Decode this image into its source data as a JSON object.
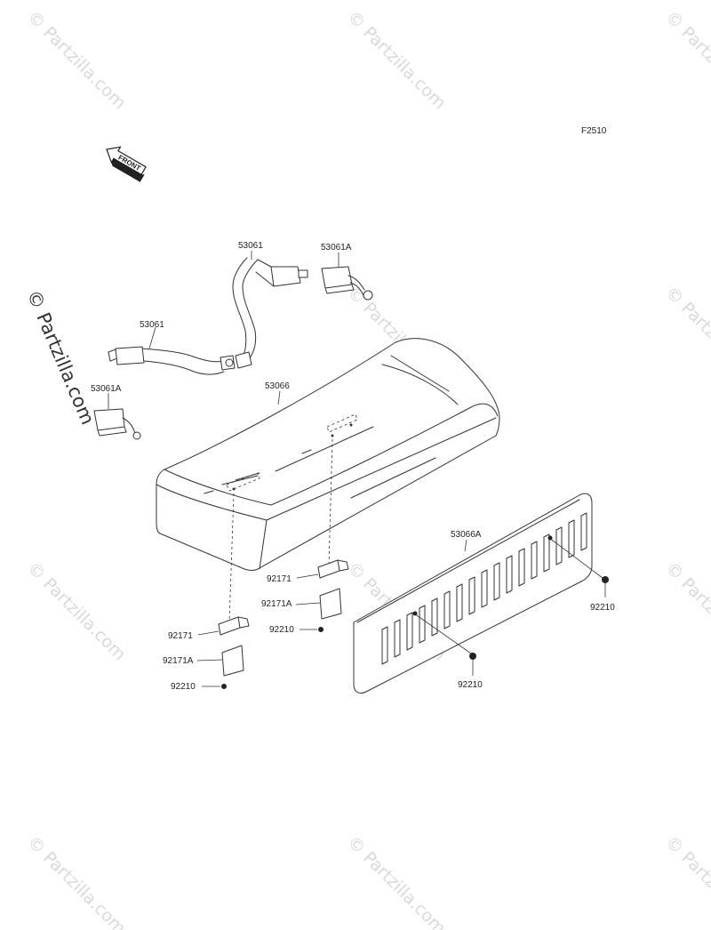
{
  "figure_code": "F2510",
  "front_label": "FRONT",
  "watermark": "© Partzilla.com",
  "parts": {
    "seat_belt_right": "53061",
    "seat_belt_left": "53061",
    "buckle_right": "53061A",
    "buckle_left": "53061A",
    "seat_cushion": "53066",
    "seat_back": "53066A",
    "bracket_a": "92171",
    "bracket_b": "92171",
    "bracket_c": "92171A",
    "bracket_d": "92171A",
    "nut_a": "92210",
    "nut_b": "92210",
    "nut_c": "92210",
    "nut_d": "92210"
  }
}
